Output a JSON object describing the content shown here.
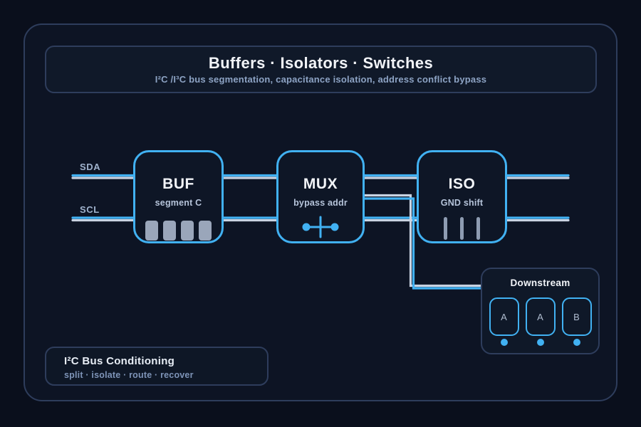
{
  "header": {
    "title": "Buffers · Isolators · Switches",
    "subtitle": "I²C /I³C bus segmentation, capacitance isolation, address conflict bypass"
  },
  "wires": {
    "sda_label": "SDA",
    "scl_label": "SCL"
  },
  "blocks": [
    {
      "title": "BUF",
      "subtitle": "segment C",
      "icon": "buffer-channel-bars-icon"
    },
    {
      "title": "MUX",
      "subtitle": "bypass addr",
      "icon": "crossbar-switch-icon"
    },
    {
      "title": "ISO",
      "subtitle": "GND shift",
      "icon": "isolation-barrier-icon"
    }
  ],
  "downstream": {
    "title": "Downstream",
    "nodes": [
      {
        "label": "A"
      },
      {
        "label": "A"
      },
      {
        "label": "B"
      }
    ]
  },
  "footer": {
    "title": "I²C Bus Conditioning",
    "subtitle": "split · isolate · route · recover"
  },
  "colors": {
    "background": "#0a0f1c",
    "panel_background": "#0d1424",
    "panel_border": "#2e3d5c",
    "block_background": "#0e1626",
    "accent_blue": "#41b1f2",
    "wire_light": "#c9d3e2",
    "bar_gray": "#9aa6ba",
    "text_primary": "#f2f4f8",
    "text_secondary": "#b6c4da",
    "text_muted": "#8da3c4",
    "label_gray": "#9fb2cc"
  }
}
